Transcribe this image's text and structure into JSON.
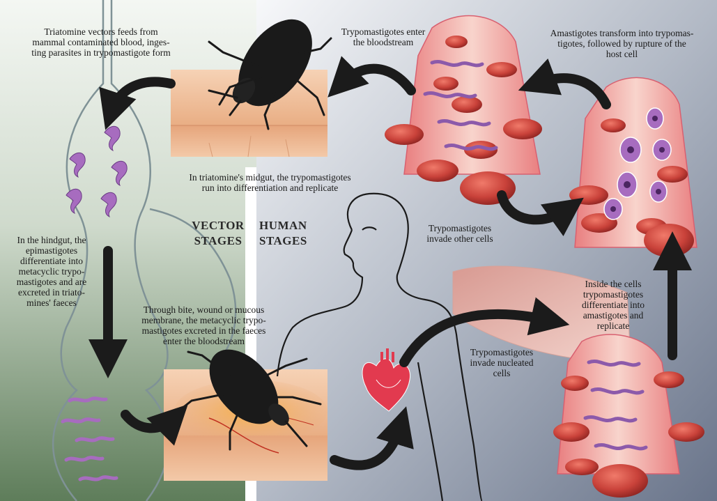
{
  "stage_titles": {
    "vector": [
      "VECTOR",
      "STAGES"
    ],
    "human": [
      "HUMAN",
      "STAGES"
    ]
  },
  "labels": {
    "vector_feeds": [
      "Triatomine vectors feeds from",
      "mammal contaminated blood, inges-",
      "ting parasites in trypomastigote form"
    ],
    "enter_bloodstream": [
      "Trypomastigotes enter",
      "the bloodstream"
    ],
    "amastigotes_transform": [
      "Amastigotes transform into trypomas-",
      "tigotes, followed by rupture of the",
      "host cell"
    ],
    "midgut": [
      "In triatomine's midgut, the trypomastigotes",
      "run into differentiation and replicate"
    ],
    "hindgut": [
      "In the hindgut, the",
      "epimastigotes",
      "differentiate into",
      "metacyclic trypo-",
      "mastigotes and are",
      "excreted in triato-",
      "mines' faeces"
    ],
    "invade_other": [
      "Trypomastigotes",
      "invade other cells"
    ],
    "inside_cells": [
      "Inside the cells",
      "trypomastigotes",
      "differentiate into",
      "amastigotes and",
      "replicate"
    ],
    "bite": [
      "Through bite, wound or mucous",
      "membrane, the metacyclic trypo-",
      "mastigotes excreted in the faeces",
      "enter the bloodstream"
    ],
    "invade_nucleated": [
      "Trypomastigotes",
      "invade nucleated",
      "cells"
    ]
  },
  "colors": {
    "left_panel_top": "#f4f7f3",
    "left_panel_bottom": "#5e7d5a",
    "right_panel_top": "#f7f8fa",
    "right_panel_bottom": "#69748a",
    "skin": "#e9ae84",
    "vessel": "#e97f80",
    "rbc": "#c9423a",
    "parasite": "#a76cbf",
    "heart": "#e23a4f",
    "bug": "#1a1a1a"
  }
}
